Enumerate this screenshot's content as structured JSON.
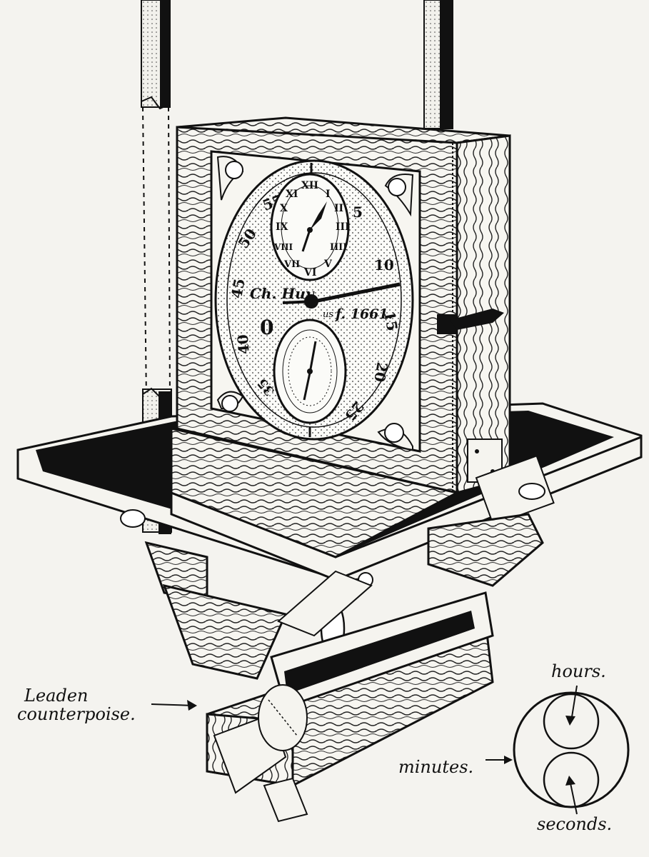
{
  "dial": {
    "minute_numbers": [
      "55",
      "5",
      "10",
      "15",
      "20",
      "25",
      "35",
      "40",
      "45",
      "50"
    ],
    "zero_mark": "0",
    "roman_hours": [
      "XII",
      "I",
      "II",
      "III",
      "IIII",
      "V",
      "VI",
      "VII",
      "VIII",
      "IX",
      "X",
      "XI"
    ],
    "signature_name": "Ch. Huy",
    "signature_mid": "us",
    "signature_date": "f. 1661."
  },
  "labels": {
    "leaden_line1": "Leaden",
    "leaden_line2": "counterpoise.",
    "hours": "hours.",
    "minutes": "minutes.",
    "seconds": "seconds."
  }
}
